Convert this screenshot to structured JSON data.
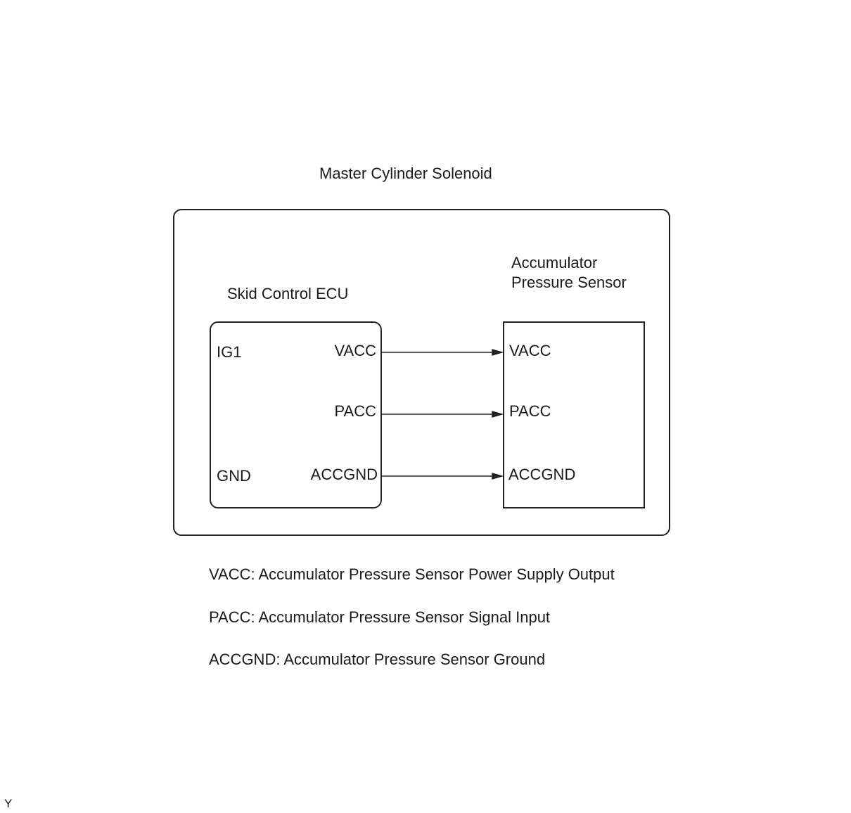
{
  "diagram": {
    "outer_title": "Master Cylinder Solenoid",
    "ecu": {
      "title": "Skid Control ECU",
      "pins": {
        "ig1": "IG1",
        "gnd": "GND",
        "vacc": "VACC",
        "pacc": "PACC",
        "accgnd": "ACCGND"
      }
    },
    "sensor": {
      "title_line1": "Accumulator",
      "title_line2": "Pressure Sensor",
      "pins": {
        "vacc": "VACC",
        "pacc": "PACC",
        "accgnd": "ACCGND"
      }
    },
    "connections": [
      {
        "from": "VACC",
        "to": "VACC"
      },
      {
        "from": "PACC",
        "to": "PACC"
      },
      {
        "from": "ACCGND",
        "to": "ACCGND"
      }
    ]
  },
  "legend": {
    "vacc": "VACC: Accumulator Pressure Sensor Power Supply Output",
    "pacc": "PACC: Accumulator Pressure Sensor Signal Input",
    "accgnd": "ACCGND: Accumulator Pressure Sensor Ground"
  },
  "corner_mark": "Y"
}
